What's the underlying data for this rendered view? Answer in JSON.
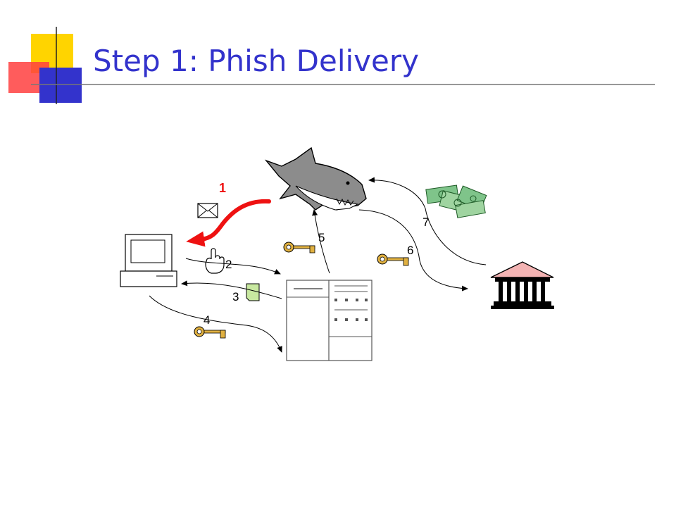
{
  "slide": {
    "title": "Step 1: Phish Delivery"
  },
  "steps": [
    "1",
    "2",
    "3",
    "4",
    "5",
    "6",
    "7"
  ],
  "colors": {
    "title": "#3333cc",
    "highlight_arrow": "#ee1111",
    "bank_roof": "#f3b3b3",
    "money": "#2f8f3f",
    "key": "#e0b040"
  },
  "icons": {
    "attacker": "shark-icon",
    "victim": "computer-icon",
    "phish": "envelope-icon",
    "click": "hand-pointer-icon",
    "page": "document-icon",
    "credentials": "key-icon",
    "server": "server-rack-icon",
    "bank": "bank-icon",
    "payout": "money-icon"
  }
}
